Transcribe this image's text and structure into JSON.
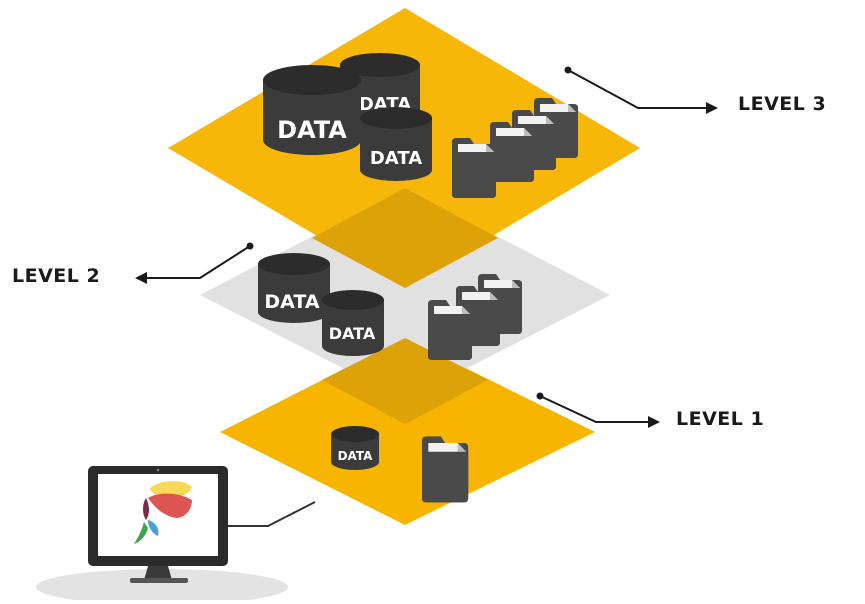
{
  "labels": {
    "level3": "LEVEL 3",
    "level2": "LEVEL 2",
    "level1": "LEVEL 1"
  },
  "data_text": "DATA",
  "colors": {
    "layer_yellow": "#f7b500",
    "layer_gray": "#dcdcdc",
    "overlap": "#dca208",
    "drum": "#3b3b3b",
    "folder": "#4a4a4a",
    "label_text": "#1a1a1a"
  }
}
